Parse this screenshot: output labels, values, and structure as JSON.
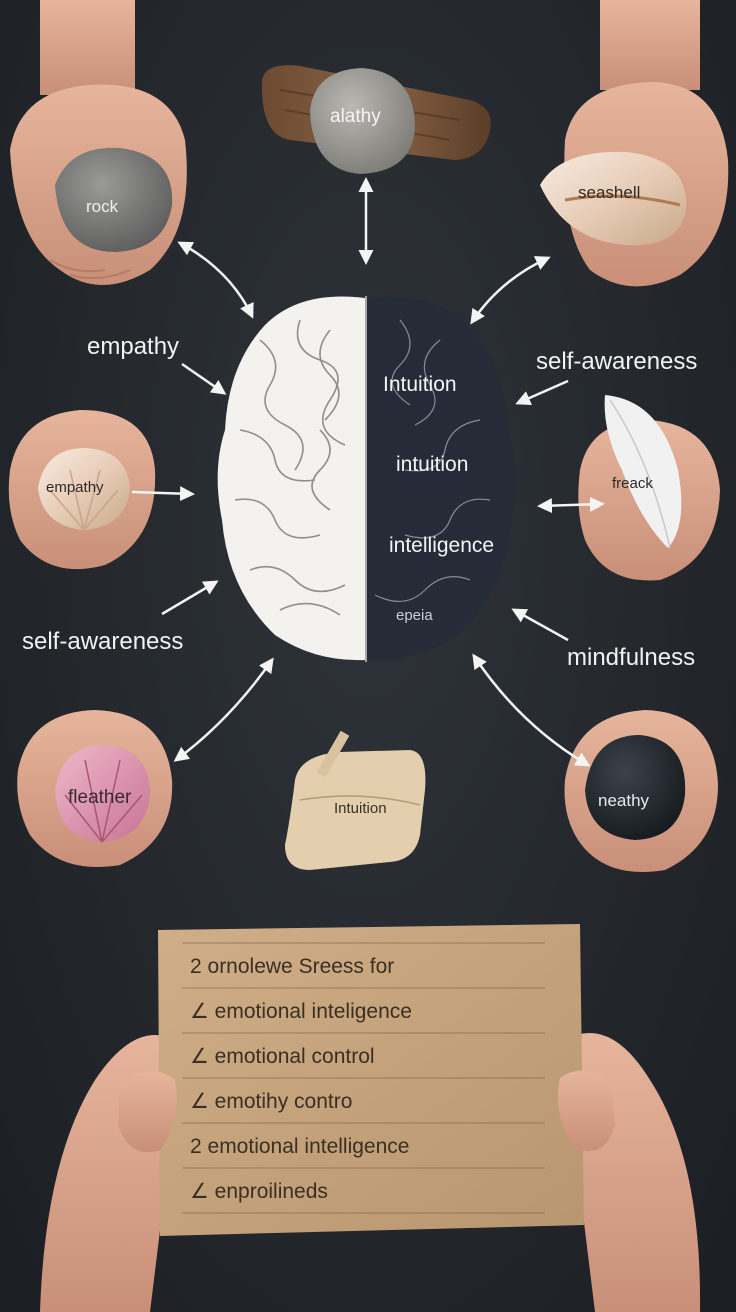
{
  "scene_labels": {
    "empathy": "empathy",
    "self_awareness_right": "self-awareness",
    "self_awareness_left": "self-awareness",
    "mindfulness": "mindfulness"
  },
  "brain_labels": [
    "Intuition",
    "intuition",
    "intelligence",
    "epeia"
  ],
  "objects": {
    "log_stone": "alathy",
    "rock": "rock",
    "seashell": "seashell",
    "shell_left": "empathy",
    "feather": "freack",
    "pink_shell": "fleather",
    "wood": "Intuition",
    "dark_stone": "neathy"
  },
  "note": {
    "lines": [
      "2  ornolewe Sreess for",
      "∠  emotional inteligence",
      "∠  emotional control",
      "∠  emotihy contro",
      "2  emotional intelligence",
      "∠  enproilineds"
    ]
  },
  "colors": {
    "background": "#24282d",
    "cardboard": "#c4a47f",
    "skin": "#e8b9a0",
    "label_text": "#f2f2f2"
  }
}
